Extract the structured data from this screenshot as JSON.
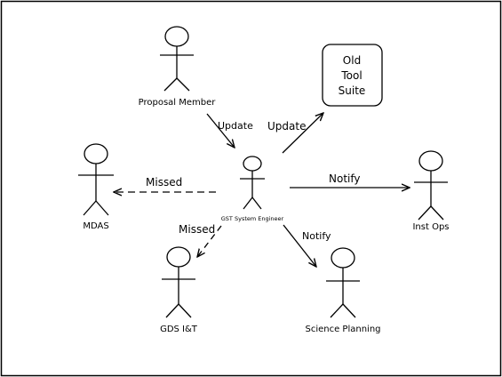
{
  "diagram": {
    "actors": {
      "proposal_member": "Proposal Member",
      "gst_system_engineer": "GST System Engineer",
      "mdas": "MDAS",
      "inst_ops": "Inst Ops",
      "gds_it": "GDS I&T",
      "science_planning": "Science Planning"
    },
    "tool_box": {
      "line1": "Old",
      "line2": "Tool",
      "line3": "Suite"
    },
    "edges": {
      "proposal_to_engineer": "Update",
      "engineer_to_tool": "Update",
      "engineer_to_mdas": "Missed",
      "engineer_to_instops": "Notify",
      "engineer_to_gdsit": "Missed",
      "engineer_to_science": "Notify"
    }
  }
}
